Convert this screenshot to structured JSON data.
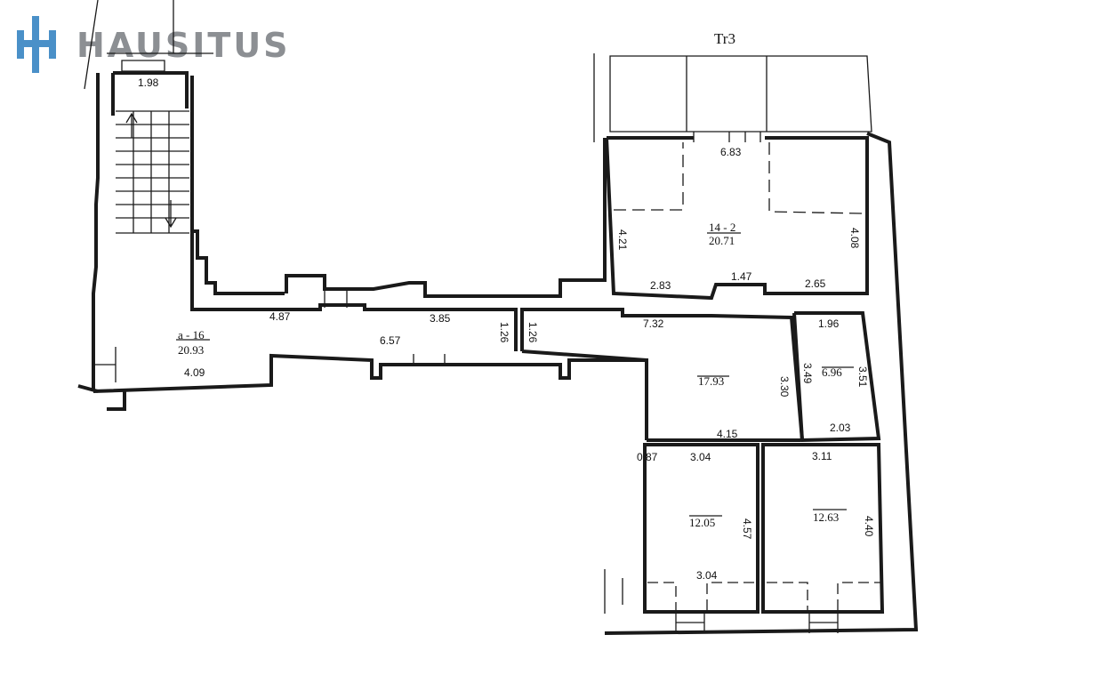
{
  "brand": {
    "name": "HAUSITUS",
    "icon": "hausitus-logo-icon",
    "color_bars": "#4a90c8",
    "color_text": "#8c8f93"
  },
  "plan": {
    "wall_color": "#1a1a1a",
    "building_label": "Tr3",
    "rooms": [
      {
        "id": "stair-landing",
        "dims": [
          "1.98"
        ]
      },
      {
        "id": "corridor-west",
        "code": "a - 16",
        "area": "20.93",
        "dims": [
          "4.87",
          "3.85",
          "6.57",
          "4.09",
          "1.26"
        ]
      },
      {
        "id": "corridor-east",
        "area": "17.93",
        "dims": [
          "1.26",
          "7.32",
          "3.30",
          "4.15"
        ]
      },
      {
        "id": "room-north",
        "code": "14 - 2",
        "area": "20.71",
        "dims": [
          "6.83",
          "4.21",
          "4.08",
          "2.83",
          "1.47",
          "2.65"
        ]
      },
      {
        "id": "room-small",
        "area": "6.96",
        "dims": [
          "1.96",
          "3.49",
          "3.51",
          "2.03"
        ]
      },
      {
        "id": "room-south-west",
        "area": "12.05",
        "dims": [
          "0.87",
          "3.04",
          "4.57",
          "3.04"
        ]
      },
      {
        "id": "room-south-east",
        "area": "12.63",
        "dims": [
          "3.11",
          "4.40"
        ]
      }
    ]
  }
}
